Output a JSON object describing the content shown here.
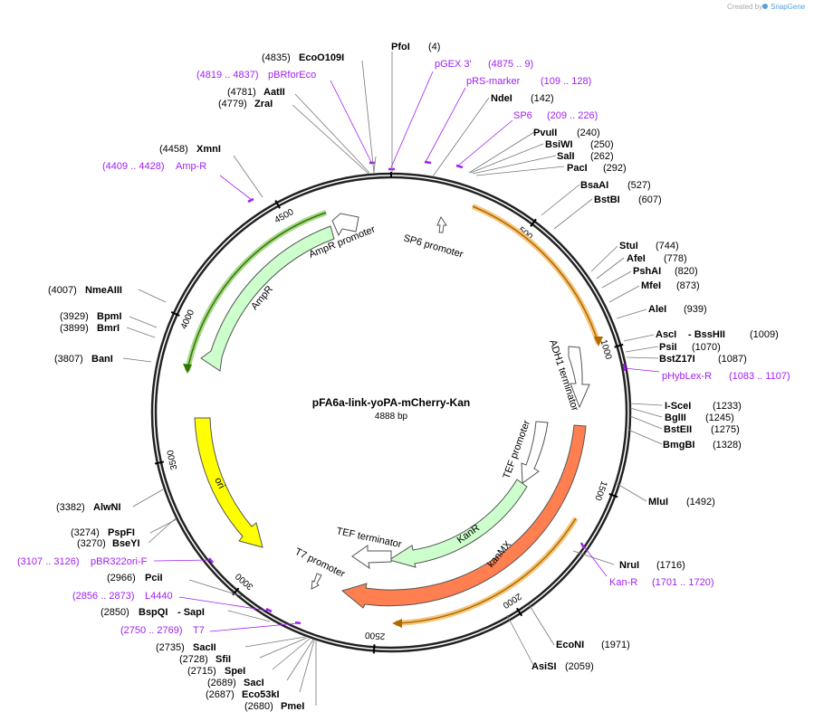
{
  "brand": {
    "created_by": "Created by",
    "name": "SnapGene"
  },
  "plasmid": {
    "name": "pFA6a-link-yoPA-mCherry-Kan",
    "length": "4888 bp"
  },
  "ticks": [
    "500",
    "1000",
    "1500",
    "2000",
    "2500",
    "3000",
    "3500",
    "4000",
    "4500"
  ],
  "features": [
    {
      "id": "sp6prom",
      "label": "SP6 promoter",
      "color": "#ffffff"
    },
    {
      "id": "ampprom",
      "label": "AmpR promoter",
      "color": "#ffffff"
    },
    {
      "id": "ampr",
      "label": "AmpR",
      "color": "#ccffcc"
    },
    {
      "id": "adh1",
      "label": "ADH1 terminator",
      "color": "#ffffff"
    },
    {
      "id": "tefprom",
      "label": "TEF promoter",
      "color": "#ffffff"
    },
    {
      "id": "kanr",
      "label": "KanR",
      "color": "#ccffcc"
    },
    {
      "id": "kanmx",
      "label": "kanMX",
      "color": "#ff7f50"
    },
    {
      "id": "tefterm",
      "label": "TEF terminator",
      "color": "#ffffff"
    },
    {
      "id": "t7prom",
      "label": "T7 promoter",
      "color": "#ffffff"
    },
    {
      "id": "ori",
      "label": "ori",
      "color": "#ffff00"
    }
  ],
  "enzymes": [
    {
      "id": "pfoi",
      "name": "PfoI",
      "pos": "(4)"
    },
    {
      "id": "ndei",
      "name": "NdeI",
      "pos": "(142)"
    },
    {
      "id": "pvuii",
      "name": "PvuII",
      "pos": "(240)"
    },
    {
      "id": "bsiwi",
      "name": "BsiWI",
      "pos": "(250)"
    },
    {
      "id": "sali",
      "name": "SalI",
      "pos": "(262)"
    },
    {
      "id": "paci",
      "name": "PacI",
      "pos": "(292)"
    },
    {
      "id": "bsaai",
      "name": "BsaAI",
      "pos": "(527)"
    },
    {
      "id": "bstbi",
      "name": "BstBI",
      "pos": "(607)"
    },
    {
      "id": "stui",
      "name": "StuI",
      "pos": "(744)"
    },
    {
      "id": "afei",
      "name": "AfeI",
      "pos": "(778)"
    },
    {
      "id": "pshai",
      "name": "PshAI",
      "pos": "(820)"
    },
    {
      "id": "mfei",
      "name": "MfeI",
      "pos": "(873)"
    },
    {
      "id": "alei",
      "name": "AleI",
      "pos": "(939)"
    },
    {
      "id": "asci",
      "name": "AscI",
      "name2": "- BssHII",
      "pos": "(1009)"
    },
    {
      "id": "psii",
      "name": "PsiI",
      "pos": "(1070)"
    },
    {
      "id": "bstz17i",
      "name": "BstZ17I",
      "pos": "(1087)"
    },
    {
      "id": "iscei",
      "name": "I-SceI",
      "pos": "(1233)"
    },
    {
      "id": "bglii",
      "name": "BglII",
      "pos": "(1245)"
    },
    {
      "id": "bsteii",
      "name": "BstEII",
      "pos": "(1275)"
    },
    {
      "id": "bmgbi",
      "name": "BmgBI",
      "pos": "(1328)"
    },
    {
      "id": "mlui",
      "name": "MluI",
      "pos": "(1492)"
    },
    {
      "id": "nrui",
      "name": "NruI",
      "pos": "(1716)"
    },
    {
      "id": "econi",
      "name": "EcoNI",
      "pos": "(1971)"
    },
    {
      "id": "asisi",
      "name": "AsiSI",
      "pos": "(2059)"
    },
    {
      "id": "pmei",
      "name": "PmeI",
      "pos": "(2680)"
    },
    {
      "id": "eco53ki",
      "name": "Eco53kI",
      "pos": "(2687)"
    },
    {
      "id": "saci",
      "name": "SacI",
      "pos": "(2689)"
    },
    {
      "id": "spei",
      "name": "SpeI",
      "pos": "(2715)"
    },
    {
      "id": "sfii",
      "name": "SfiI",
      "pos": "(2728)"
    },
    {
      "id": "sacii",
      "name": "SacII",
      "pos": "(2735)"
    },
    {
      "id": "bspqi",
      "name": "BspQI",
      "name2": "- SapI",
      "pos": "(2850)"
    },
    {
      "id": "pcii",
      "name": "PciI",
      "pos": "(2966)"
    },
    {
      "id": "bseyi",
      "name": "BseYI",
      "pos": "(3270)"
    },
    {
      "id": "pspfi",
      "name": "PspFI",
      "pos": "(3274)"
    },
    {
      "id": "alwni",
      "name": "AlwNI",
      "pos": "(3382)"
    },
    {
      "id": "bani",
      "name": "BanI",
      "pos": "(3807)"
    },
    {
      "id": "bmri",
      "name": "BmrI",
      "pos": "(3899)"
    },
    {
      "id": "bpmi",
      "name": "BpmI",
      "pos": "(3929)"
    },
    {
      "id": "nmeaiii",
      "name": "NmeAIII",
      "pos": "(4007)"
    },
    {
      "id": "xmni",
      "name": "XmnI",
      "pos": "(4458)"
    },
    {
      "id": "zrai",
      "name": "ZraI",
      "pos": "(4779)"
    },
    {
      "id": "aatii",
      "name": "AatII",
      "pos": "(4781)"
    },
    {
      "id": "eco0109i",
      "name": "EcoO109I",
      "pos": "(4835)"
    }
  ],
  "primers": [
    {
      "id": "pgex3",
      "name": "pGEX 3'",
      "range": "(4875 .. 9)"
    },
    {
      "id": "rsmarker",
      "name": "pRS-marker",
      "range": "(109 .. 128)"
    },
    {
      "id": "sp6",
      "name": "SP6",
      "range": "(209 .. 226)"
    },
    {
      "id": "phyblexr",
      "name": "pHybLex-R",
      "range": "(1083 .. 1107)"
    },
    {
      "id": "kanrp",
      "name": "Kan-R",
      "range": "(1701 .. 1720)"
    },
    {
      "id": "t7",
      "name": "T7",
      "range": "(2750 .. 2769)"
    },
    {
      "id": "l4440",
      "name": "L4440",
      "range": "(2856 .. 2873)"
    },
    {
      "id": "pbr322ori",
      "name": "pBR322ori-F",
      "range": "(3107 .. 3126)"
    },
    {
      "id": "ampr_p",
      "name": "Amp-R",
      "range": "(4409 .. 4428)"
    },
    {
      "id": "pbrforeco",
      "name": "pBRforEco",
      "range": "(4819 .. 4837)"
    }
  ]
}
